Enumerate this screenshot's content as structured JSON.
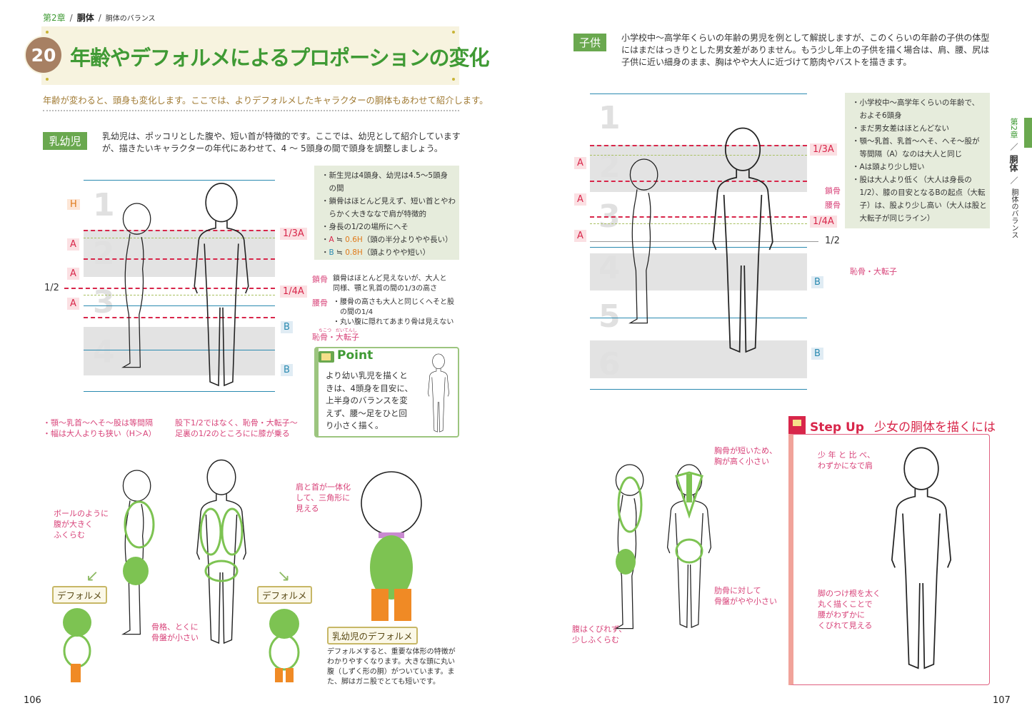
{
  "breadcrumb": {
    "chapter": "第2章",
    "section": "胴体",
    "topic": "胴体のバランス"
  },
  "header": {
    "number": "20",
    "title": "年齢やデフォルメによるプロポーションの変化",
    "lead": "年齢が変わると、頭身も変化します。ここでは、よりデフォルメしたキャラクターの胴体もあわせて紹介します。"
  },
  "infant": {
    "label": "乳幼児",
    "intro": [
      "乳幼児は、ポッコリとした腹や、短い首が特徴的です。ここでは、幼児として紹介しています",
      "が、描きたいキャラクターの年代にあわせて、4 ～ 5頭身の間で頭身を調整しましょう。"
    ],
    "info": [
      "・新生児は4頭身、幼児は4.5～5頭身",
      "　の間",
      "・鎖骨はほとんど見えず、短い首とやわ",
      "　らかく大きななで肩が特徴的",
      "・身長の1/2の場所にへそ"
    ],
    "info_a": {
      "a": "A",
      "approx": " ≒ ",
      "val": "0.6H",
      "rest": "（頭の半分よりやや長い）"
    },
    "info_b": {
      "b": "B",
      "approx": " ≒ ",
      "val": "0.8H",
      "rest": "（頭よりやや短い）"
    },
    "diagram": {
      "nums": [
        "1",
        "2",
        "3",
        "4"
      ],
      "h": "H",
      "a": "A",
      "b": "B",
      "half": "1/2",
      "third_a": "1/3A",
      "quarter_a": "1/4A"
    },
    "notes": {
      "clavicle": "鎖骨",
      "clavicle_text": [
        "鎖骨はほとんど見えないが、大人と",
        "同様、顎と乳首の間の1/3の高さ"
      ],
      "hip": "腰骨",
      "hip_text": [
        "・腰骨の高さも大人と同じくへそと股",
        "　の間の1/4",
        "・丸い腹に隠れてあまり骨は見えない"
      ],
      "pubis": "恥骨・大転子",
      "pubis_ruby": "ちこつ　だいてんし"
    },
    "bottom_notes_left": [
      "・顎～乳首～へそ～股は等間隔",
      "・幅は大人よりも狭い（H＞A）"
    ],
    "bottom_notes_mid": [
      "股下1/2ではなく、恥骨・大転子～",
      "足裏の1/2のところにに膝が乗る"
    ],
    "point": {
      "title": "Point",
      "text": [
        "より幼い乳児を描くと",
        "きは、4頭身を目安に、",
        "上半身のバランスを変",
        "えず、腰～足をひと回",
        "り小さく描く。"
      ]
    },
    "ball_note": [
      "ボールのように",
      "腹が大きく",
      "ふくらむ"
    ],
    "bone_note": [
      "骨格、とくに",
      "骨盤が小さい"
    ],
    "shoulder_note": [
      "肩と首が一体化",
      "して、三角形に",
      "見える"
    ],
    "deform_label": "デフォルメ",
    "deform_title": "乳幼児のデフォルメ",
    "deform_text": [
      "デフォルメすると、重要な体形の特徴が",
      "わかりやすくなります。大きな頭に丸い",
      "腹（しずく形の胴）がついています。ま",
      "た、脚はガニ股でとても短いです。"
    ]
  },
  "child": {
    "label": "子供",
    "intro": [
      "小学校中～高学年くらいの年齢の男児を例として解説しますが、このくらいの年齢の子供の体型",
      "にはまだはっきりとした男女差がありません。もう少し年上の子供を描く場合は、肩、腰、尻は",
      "子供に近い細身のまま、胸はやや大人に近づけて筋肉やバストを描きます。"
    ],
    "info": [
      "・小学校中～高学年くらいの年齢で、",
      "　およそ6頭身",
      "・まだ男女差はほとんどない",
      "・顎～乳首、乳首～へそ、へそ～股が",
      "　等間隔（A）なのは大人と同じ",
      "・Aは頭より少し短い",
      "・股は大人より低く（大人は身長の",
      "　1/2）、膝の目安となるBの起点（大転",
      "　子）は、股より少し高い（大人は股と",
      "　大転子が同じライン）"
    ],
    "diagram": {
      "nums": [
        "1",
        "2",
        "3",
        "4",
        "5",
        "6"
      ],
      "a": "A",
      "b": "B",
      "half": "1/2",
      "third_a": "1/3A",
      "quarter_a": "1/4A",
      "clavicle": "鎖骨",
      "hip": "腰骨",
      "pubis": "恥骨・大転子"
    },
    "chest_note": [
      "胸骨が短いため、",
      "胸が高く小さい"
    ],
    "pelvis_note": [
      "肋骨に対して",
      "骨盤がやや小さい"
    ],
    "belly_note": [
      "腹はくびれず、",
      "少しふくらむ"
    ]
  },
  "stepup": {
    "label": "Step Up",
    "title": "少女の胴体を描くには",
    "shoulder_note": [
      "少 年 と 比 べ、",
      "わずかになで肩"
    ],
    "leg_note": [
      "脚のつけ根を太く",
      "丸く描くことで",
      "腰がわずかに",
      "くびれて見える"
    ]
  },
  "side_tab": {
    "chapter": "第2章",
    "section": "胴体",
    "topic": "胴体のバランス",
    "accent": "#6aa84f"
  },
  "pages": {
    "left": "106",
    "right": "107"
  }
}
